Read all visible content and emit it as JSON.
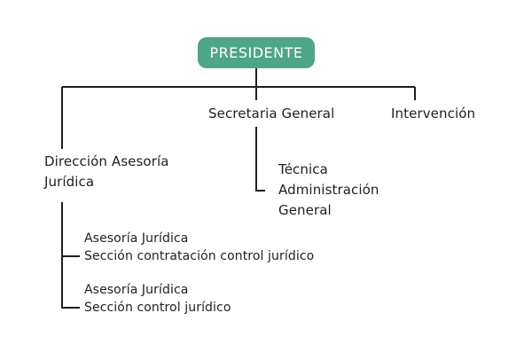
{
  "org_chart": {
    "top_node": "PRESIDENTE",
    "accent_color": "#4ea587",
    "line_color": "#1f1f1f",
    "branches": {
      "direccion": [
        "Dirección Asesoría",
        "Jurídica"
      ],
      "secretaria": "Secretaria General",
      "intervencion": "Intervención"
    },
    "sub_secretaria": [
      "Técnica",
      "Administración",
      "General"
    ],
    "sub_direccion": [
      [
        "Asesoría Jurídica",
        "Sección contratación control jurídico"
      ],
      [
        "Asesoría Jurídica",
        "Sección control jurídico"
      ]
    ]
  }
}
